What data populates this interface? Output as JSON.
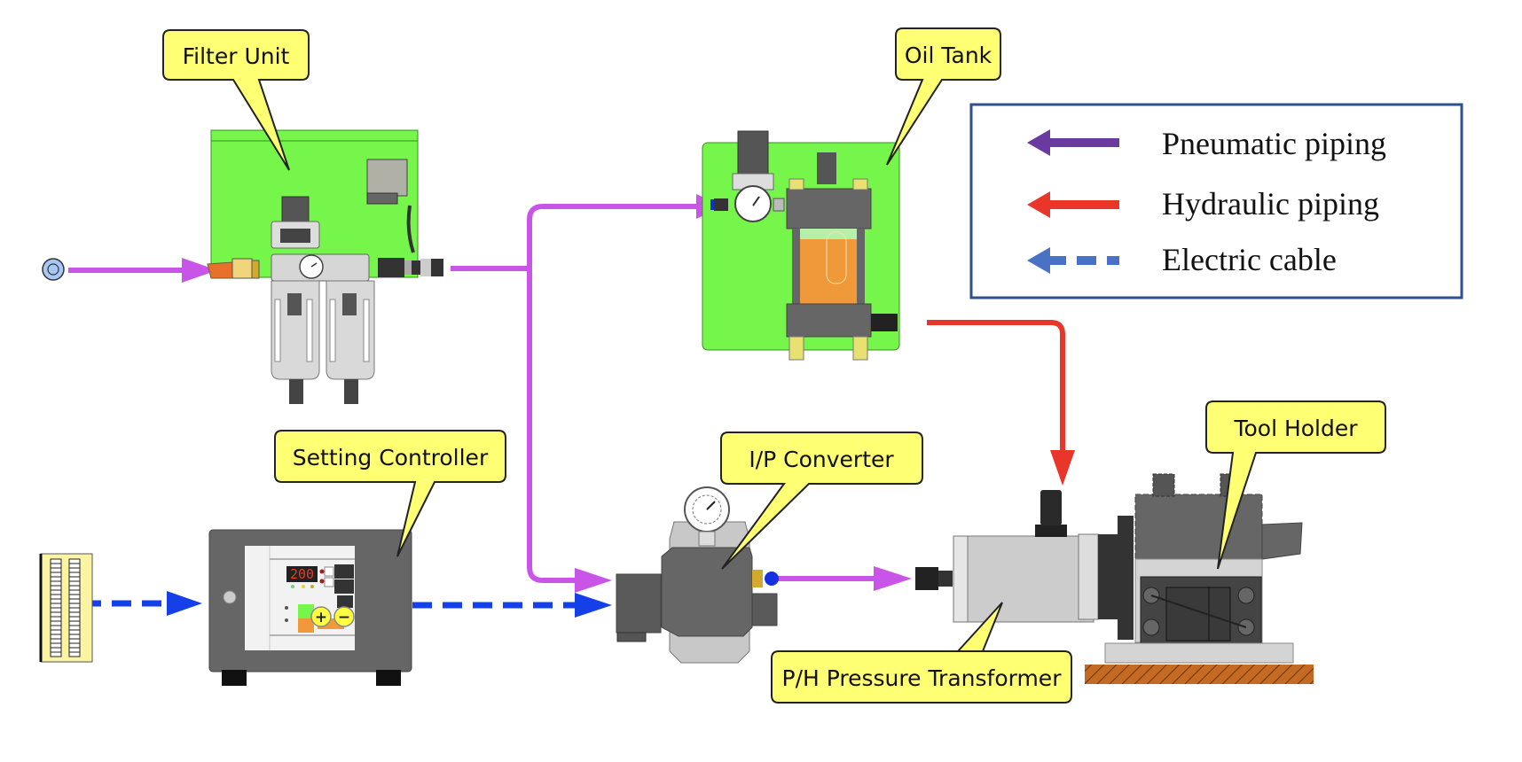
{
  "diagram": {
    "title": "Hydraulic tool holder system diagram",
    "components": {
      "filter_unit": {
        "label": "Filter Unit"
      },
      "oil_tank": {
        "label": "Oil Tank"
      },
      "setting_controller": {
        "label": "Setting Controller",
        "display_value": "200",
        "plus_symbol": "+",
        "minus_symbol": "−"
      },
      "ip_converter": {
        "label": "I/P Converter"
      },
      "ph_transformer": {
        "label": "P/H Pressure Transformer"
      },
      "tool_holder": {
        "label": "Tool Holder"
      }
    },
    "legend": {
      "items": [
        {
          "label": "Pneumatic piping",
          "color": "#6b3aa0",
          "style": "solid"
        },
        {
          "label": "Hydraulic piping",
          "color": "#e8362a",
          "style": "solid"
        },
        {
          "label": "Electric cable",
          "color": "#4a72c4",
          "style": "dashed"
        }
      ]
    },
    "colors": {
      "pneumatic": "#c855e8",
      "hydraulic": "#e8362a",
      "electric": "#1540e8",
      "panel_green": "#76f54a",
      "callout_yellow": "#ffff73",
      "legend_border": "#2f4f8f"
    },
    "connections": [
      {
        "from": "air-supply",
        "to": "filter_unit",
        "type": "pneumatic"
      },
      {
        "from": "filter_unit",
        "to": "oil_tank",
        "type": "pneumatic"
      },
      {
        "from": "filter_unit",
        "to": "ip_converter",
        "type": "pneumatic"
      },
      {
        "from": "ip_converter",
        "to": "ph_transformer",
        "type": "pneumatic"
      },
      {
        "from": "oil_tank",
        "to": "ph_transformer",
        "type": "hydraulic"
      },
      {
        "from": "terminal-block",
        "to": "setting_controller",
        "type": "electric"
      },
      {
        "from": "setting_controller",
        "to": "ip_converter",
        "type": "electric"
      }
    ]
  }
}
